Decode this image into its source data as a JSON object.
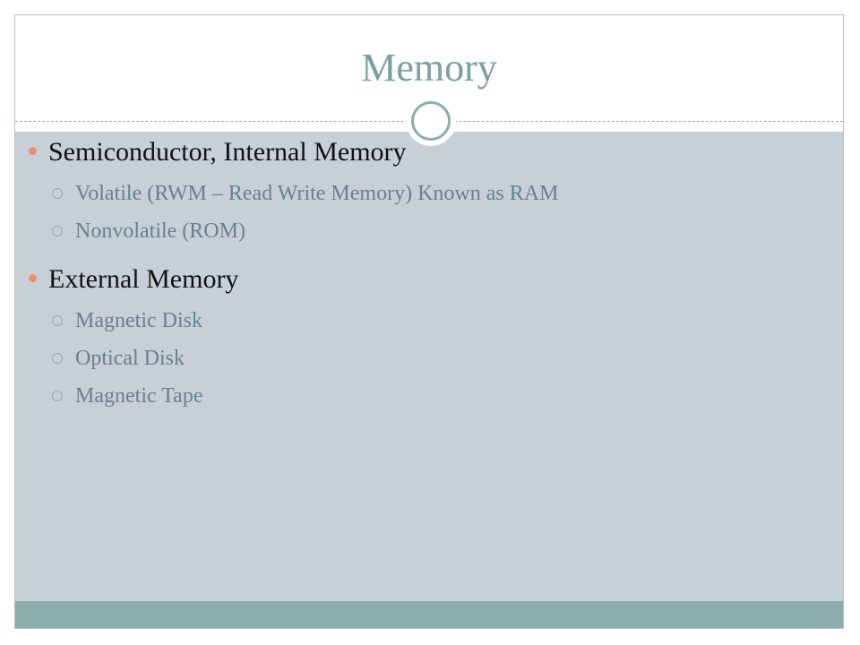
{
  "slide": {
    "title": "Memory",
    "items": [
      {
        "text": "Semiconductor, Internal Memory",
        "subitems": [
          "Volatile (RWM – Read Write Memory) Known as RAM",
          "Nonvolatile (ROM)"
        ]
      },
      {
        "text": "External Memory",
        "subitems": [
          "Magnetic Disk",
          "Optical Disk",
          "Magnetic Tape"
        ]
      }
    ]
  },
  "colors": {
    "title": "#7a9fa2",
    "body_background": "#c6d0d6",
    "accent_band": "#8cadad",
    "primary_bullet": "#e8926c",
    "secondary_text": "#6a7f8e"
  },
  "icons": {
    "primary_bullet": "filled-circle-bullet",
    "secondary_bullet": "hollow-circle-bullet",
    "divider_ornament": "ring-ornament"
  }
}
